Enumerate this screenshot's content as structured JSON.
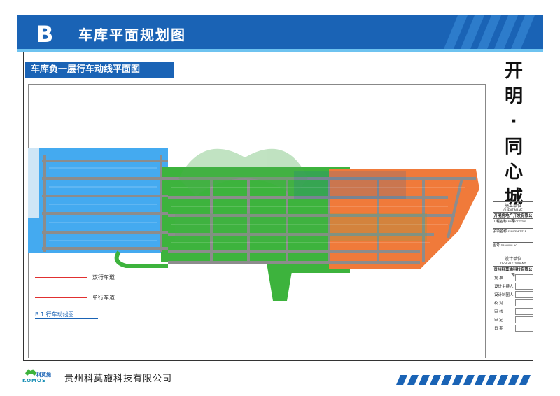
{
  "header": {
    "badge_letter": "B",
    "title": "车库平面规划图"
  },
  "drawing": {
    "subtitle": "车库负一层行车动线平面图"
  },
  "legend": {
    "double_lane": "双行车道",
    "single_lane": "单行车道",
    "caption": "B 1  行车动线图"
  },
  "title_block": {
    "project_name": [
      "开",
      "明",
      "·",
      "同",
      "心",
      "城"
    ],
    "construction_unit": "施工单位",
    "construction_unit_en": "CLIENT NAME",
    "client_company": "开明房地产开发有限公司",
    "project_label": "工程名称",
    "project_label_en": "PROJECT TITLE",
    "sub_label": "子项名称",
    "sub_label_en": "SUBITEM TITLE",
    "drawing_no_label": "图号",
    "drawing_no_en": "DRAWING NO.",
    "design_unit": "设计单位",
    "design_unit_en": "DESIGN COMPANY",
    "design_company": "贵州科莫施科技有限公司",
    "rows": [
      "批  准",
      "设计主持人",
      "设计制图人",
      "校  对",
      "审  核",
      "审  定",
      "日  期"
    ]
  },
  "footer": {
    "logo_text": "科莫施",
    "logo_sub": "KOMOS",
    "company": "贵州科莫施科技有限公司"
  },
  "colors": {
    "brand_blue": "#1a63b5",
    "light_blue": "#6ec3f0",
    "zone_blue": "#44aaf0",
    "zone_green": "#3db33d",
    "zone_orange": "#f07a3a",
    "lane_gray": "#8c8c8c",
    "route_red": "#e03030"
  }
}
